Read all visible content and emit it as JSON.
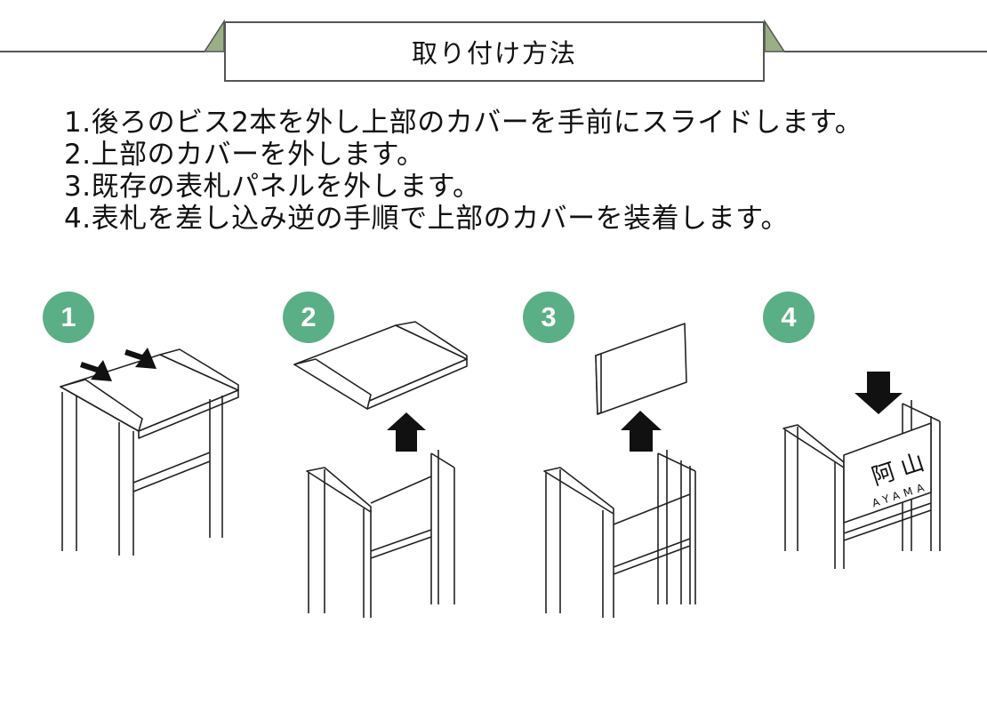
{
  "header": {
    "title": "取り付け方法",
    "colors": {
      "accent": "#5aaf86",
      "ribbon": "#9aaf86",
      "line": "#555555"
    }
  },
  "steps": [
    "1.後ろのビス2本を外し上部のカバーを手前にスライドします。",
    "2.上部のカバーを外します。",
    "3.既存の表札パネルを外します。",
    "4.表札を差し込み逆の手順で上部のカバーを装着します。"
  ],
  "figures": [
    {
      "number": "1",
      "icon": "slide-arrows-icon"
    },
    {
      "number": "2",
      "icon": "lift-arrow-icon"
    },
    {
      "number": "3",
      "icon": "lift-arrow-icon"
    },
    {
      "number": "4",
      "icon": "insert-arrow-icon"
    }
  ],
  "sign_sample": {
    "kanji": "阿山",
    "romaji": "AYAMA"
  }
}
